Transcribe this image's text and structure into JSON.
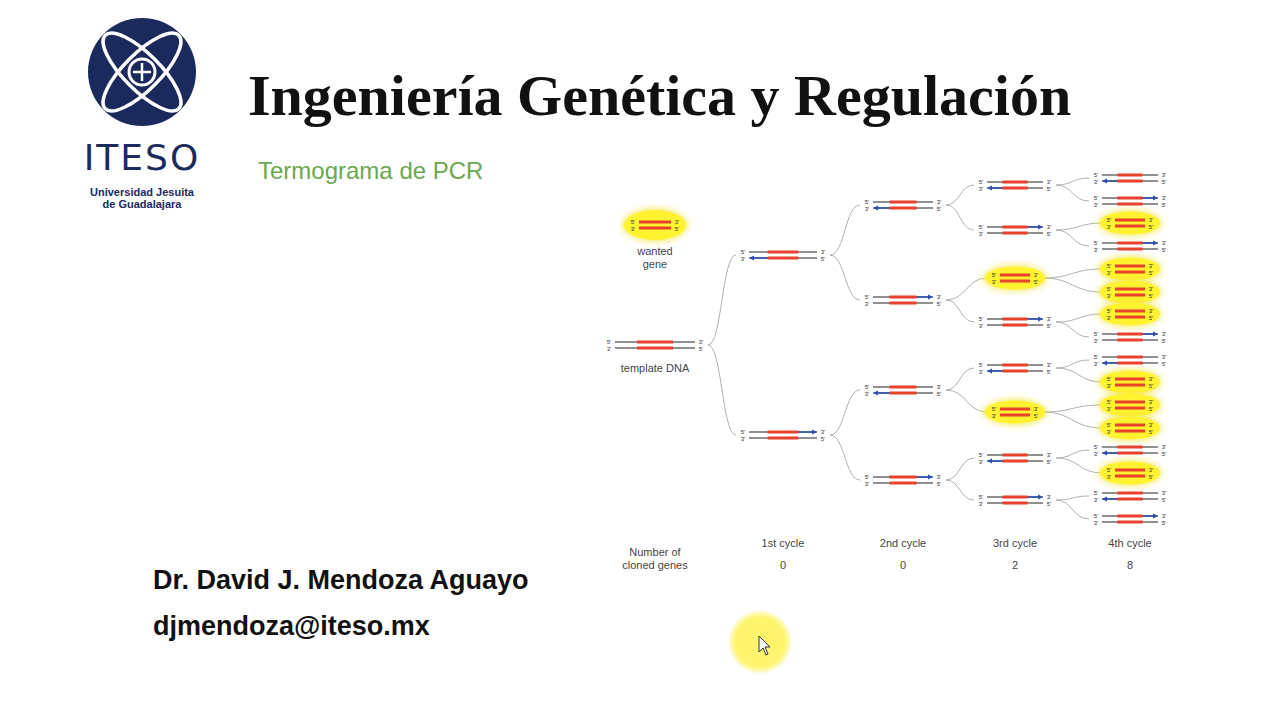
{
  "diagram": {
    "title": "Ingeniería Genética y Regulación",
    "labels": [
      "ITESO",
      "Universidad Jesuita de Guadalajara",
      "Termograma de PCR",
      "wanted gene",
      "template DNA",
      "1st cycle",
      "2nd cycle",
      "3rd cycle",
      "4th cycle",
      "Number of cloned genes",
      "0",
      "0",
      "2",
      "8",
      "Dr. David J. Mendoza Aguayo",
      "djmendoza@iteso.mx",
      "5'",
      "3'",
      "3'",
      "5'",
      "5'",
      "3'",
      "3'",
      "5'",
      "5'",
      "3'",
      "3'",
      "5'",
      "5'",
      "3'",
      "3'",
      "5'",
      "5'",
      "3'",
      "3'",
      "5'",
      "5'",
      "3'",
      "3'",
      "5'",
      "5'",
      "3'",
      "3'",
      "5'",
      "5'",
      "3'",
      "3'",
      "5'",
      "5'",
      "3'",
      "3'",
      "5'",
      "5'",
      "3'",
      "3'",
      "5'",
      "5'",
      "3'",
      "3'",
      "5'",
      "5'",
      "3'",
      "3'",
      "5'",
      "5'",
      "3'",
      "3'",
      "5'",
      "5'",
      "3'",
      "3'",
      "5'",
      "5'",
      "3'",
      "3'",
      "5'",
      "5'",
      "3'",
      "3'",
      "5'",
      "5'",
      "3'",
      "3'",
      "5'",
      "5'",
      "3'",
      "3'",
      "5'",
      "5'",
      "3'",
      "3'",
      "5'",
      "5'",
      "3'",
      "3'",
      "5'",
      "5'",
      "3'",
      "3'",
      "5'",
      "5'",
      "3'",
      "3'",
      "5'",
      "5'",
      "3'",
      "3'",
      "5'",
      "5'",
      "3'",
      "3'",
      "5'",
      "5'",
      "3'",
      "3'",
      "5'",
      "5'",
      "3'",
      "3'",
      "5'",
      "5'",
      "3'",
      "3'",
      "5'",
      "5'",
      "3'",
      "3'",
      "5'",
      "5'",
      "3'",
      "3'",
      "5'",
      "5'",
      "3'",
      "3'",
      "5'",
      "5'",
      "3'",
      "3'",
      "5'",
      "5'",
      "3'",
      "3'",
      "5'"
    ]
  }
}
